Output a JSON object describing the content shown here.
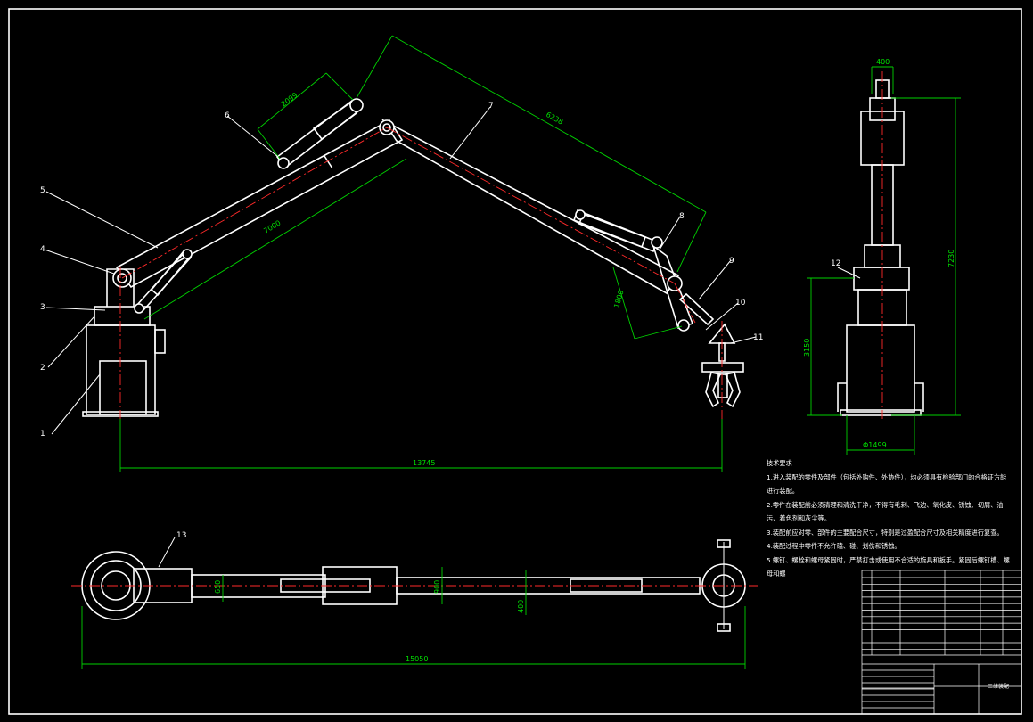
{
  "balloons": [
    "1",
    "2",
    "3",
    "4",
    "5",
    "6",
    "7",
    "8",
    "9",
    "10",
    "11",
    "12",
    "13"
  ],
  "dimensions": {
    "upper_arm_cyl": "2099",
    "upper_arm": "7000",
    "forearm": "6238",
    "wrist": "1800",
    "base_to_tool": "13745",
    "top_total": "15050",
    "top_wrist": "650",
    "top_forearm": "900",
    "top_offset": "400",
    "side_top": "400",
    "side_height": "7230",
    "side_base_h": "3150",
    "side_base_w": "Φ1499"
  },
  "notes": {
    "title": "技术要求",
    "lines": [
      "1.进入装配的零件及部件（包括外购件、外协件），均必须具有检验部门的合格证方能",
      "进行装配。",
      "2.零件在装配前必须清理和清洗干净，不得有毛刺、飞边、氧化皮、锈蚀、切屑、油",
      "污、着色剂和灰尘等。",
      "3.装配前应对零、部件的主要配合尺寸，特别是过盈配合尺寸及相关精度进行复查。",
      "4.装配过程中零件不允许磕、碰、划伤和锈蚀。",
      "5.螺钉、螺栓和螺母紧固时，严禁打击或使用不合适的旋具和扳手。紧固后螺钉槽、螺",
      "母和螺"
    ]
  },
  "title_block": {
    "drawing_title": "三维装配"
  }
}
